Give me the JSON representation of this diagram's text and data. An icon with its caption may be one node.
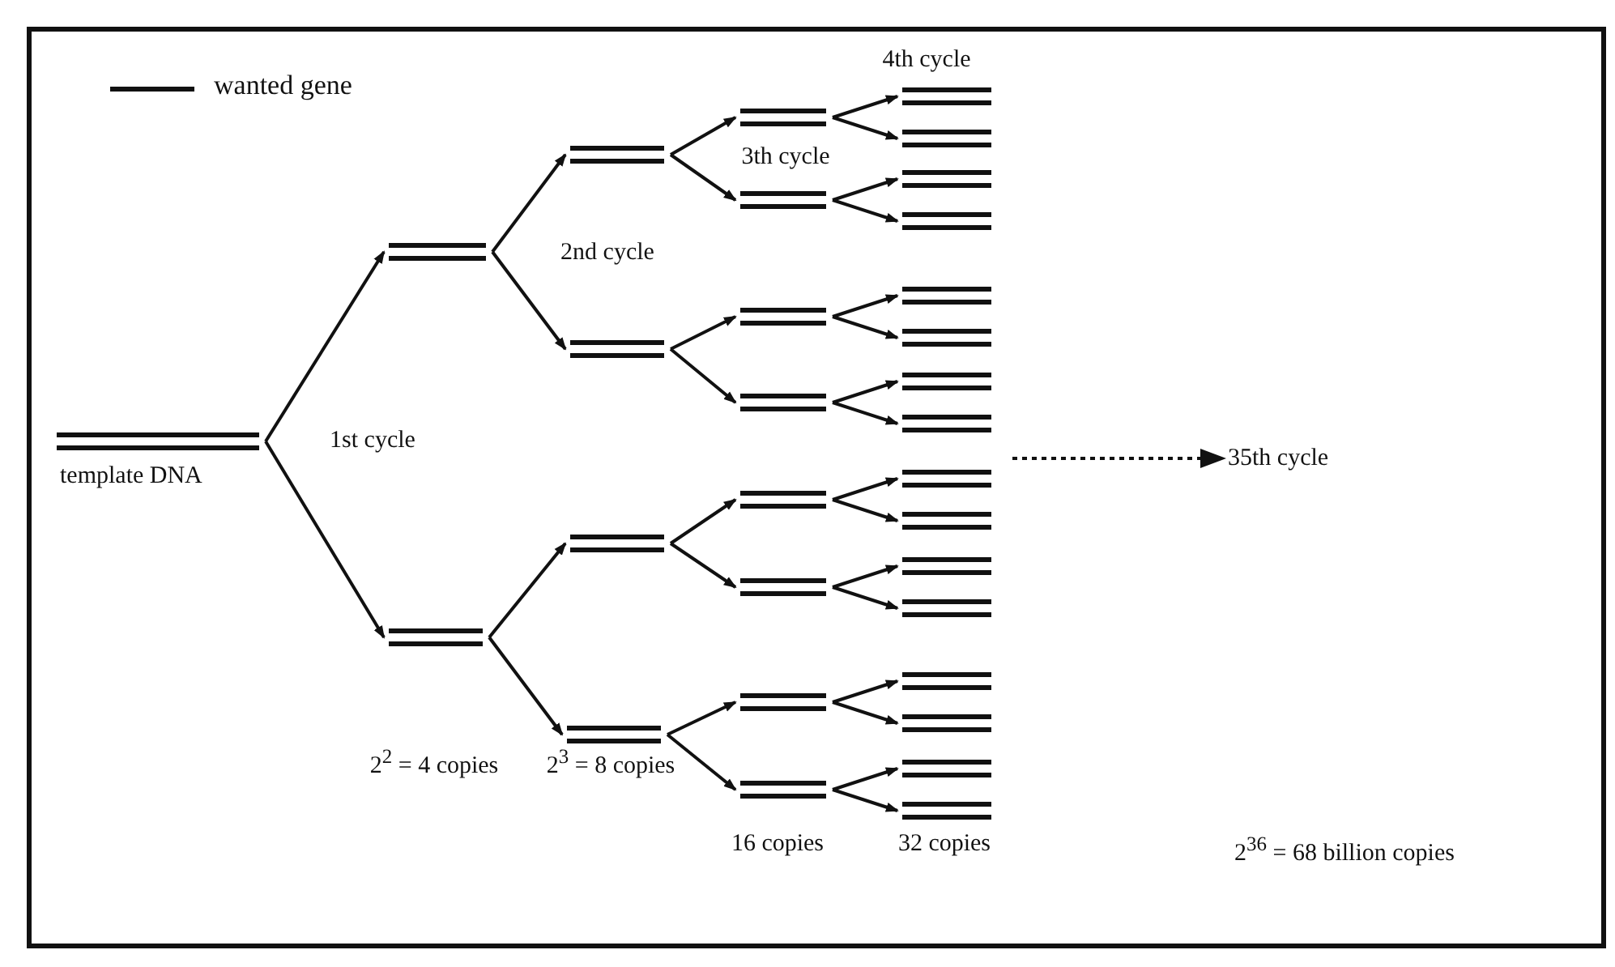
{
  "diagram": {
    "nodes": [
      {
        "text": [],
        "shape": "bar",
        "beside": [
          "template DNA"
        ]
      },
      {
        "text": [],
        "shape": "bar"
      },
      {
        "text": [],
        "shape": "bar"
      },
      {
        "text": [],
        "shape": "bar"
      },
      {
        "text": [],
        "shape": "bar"
      },
      {
        "text": [],
        "shape": "bar"
      },
      {
        "text": [],
        "shape": "bar"
      },
      {
        "text": [],
        "shape": "bar"
      },
      {
        "text": [],
        "shape": "bar"
      },
      {
        "text": [],
        "shape": "bar"
      },
      {
        "text": [],
        "shape": "bar"
      },
      {
        "text": [],
        "shape": "bar"
      },
      {
        "text": [],
        "shape": "bar"
      },
      {
        "text": [],
        "shape": "bar"
      },
      {
        "text": [],
        "shape": "bar"
      },
      {
        "text": [],
        "shape": "bar"
      },
      {
        "text": [],
        "shape": "bar"
      },
      {
        "text": [],
        "shape": "bar"
      },
      {
        "text": [],
        "shape": "bar"
      },
      {
        "text": [],
        "shape": "bar"
      },
      {
        "text": [],
        "shape": "bar"
      },
      {
        "text": [],
        "shape": "bar"
      },
      {
        "text": [],
        "shape": "bar"
      },
      {
        "text": [],
        "shape": "bar"
      },
      {
        "text": [],
        "shape": "bar"
      },
      {
        "text": [],
        "shape": "bar"
      },
      {
        "text": [],
        "shape": "bar"
      },
      {
        "text": [],
        "shape": "bar"
      },
      {
        "text": [],
        "shape": "bar"
      },
      {
        "text": [],
        "shape": "bar"
      },
      {
        "text": [],
        "shape": "bar"
      },
      {
        "text": [
          "35th cycle"
        ]
      }
    ],
    "edges": [
      {
        "from": 0,
        "to": 1,
        "arrow": "to"
      },
      {
        "from": 0,
        "to": 2,
        "arrow": "to"
      },
      {
        "from": 1,
        "to": 3,
        "arrow": "to"
      },
      {
        "from": 1,
        "to": 4,
        "arrow": "to"
      },
      {
        "from": 2,
        "to": 5,
        "arrow": "to"
      },
      {
        "from": 2,
        "to": 6,
        "arrow": "to"
      },
      {
        "from": 3,
        "to": 7,
        "arrow": "to"
      },
      {
        "from": 3,
        "to": 8,
        "arrow": "to"
      },
      {
        "from": 4,
        "to": 9,
        "arrow": "to"
      },
      {
        "from": 4,
        "to": 10,
        "arrow": "to"
      },
      {
        "from": 5,
        "to": 11,
        "arrow": "to"
      },
      {
        "from": 5,
        "to": 12,
        "arrow": "to"
      },
      {
        "from": 6,
        "to": 13,
        "arrow": "to"
      },
      {
        "from": 6,
        "to": 14,
        "arrow": "to"
      },
      {
        "from": 7,
        "to": 15,
        "arrow": "to"
      },
      {
        "from": 7,
        "to": 16,
        "arrow": "to"
      },
      {
        "from": 8,
        "to": 17,
        "arrow": "to"
      },
      {
        "from": 8,
        "to": 18,
        "arrow": "to"
      },
      {
        "from": 9,
        "to": 19,
        "arrow": "to"
      },
      {
        "from": 9,
        "to": 20,
        "arrow": "to"
      },
      {
        "from": 10,
        "to": 21,
        "arrow": "to"
      },
      {
        "from": 10,
        "to": 22,
        "arrow": "to"
      },
      {
        "from": 11,
        "to": 23,
        "arrow": "to"
      },
      {
        "from": 11,
        "to": 24,
        "arrow": "to"
      },
      {
        "from": 12,
        "to": 25,
        "arrow": "to"
      },
      {
        "from": 12,
        "to": 26,
        "arrow": "to"
      },
      {
        "from": 13,
        "to": 27,
        "arrow": "to"
      },
      {
        "from": 13,
        "to": 28,
        "arrow": "to"
      },
      {
        "from": 14,
        "to": 29,
        "arrow": "to"
      },
      {
        "from": 14,
        "to": 30,
        "arrow": "to"
      },
      {
        "from": null,
        "to": 31,
        "arrow": "to",
        "style": "dashed"
      }
    ],
    "labels": [
      "4th cycle",
      "3th cycle",
      "2nd cycle",
      "1st cycle",
      "2$^{2}$ = 4 copies",
      "2$^{3}$ = 8 copies",
      "16 copies",
      "32 copies",
      "2$^{36}$ = 68 billion copies"
    ],
    "legend": [
      {
        "text": "wanted gene"
      }
    ]
  }
}
